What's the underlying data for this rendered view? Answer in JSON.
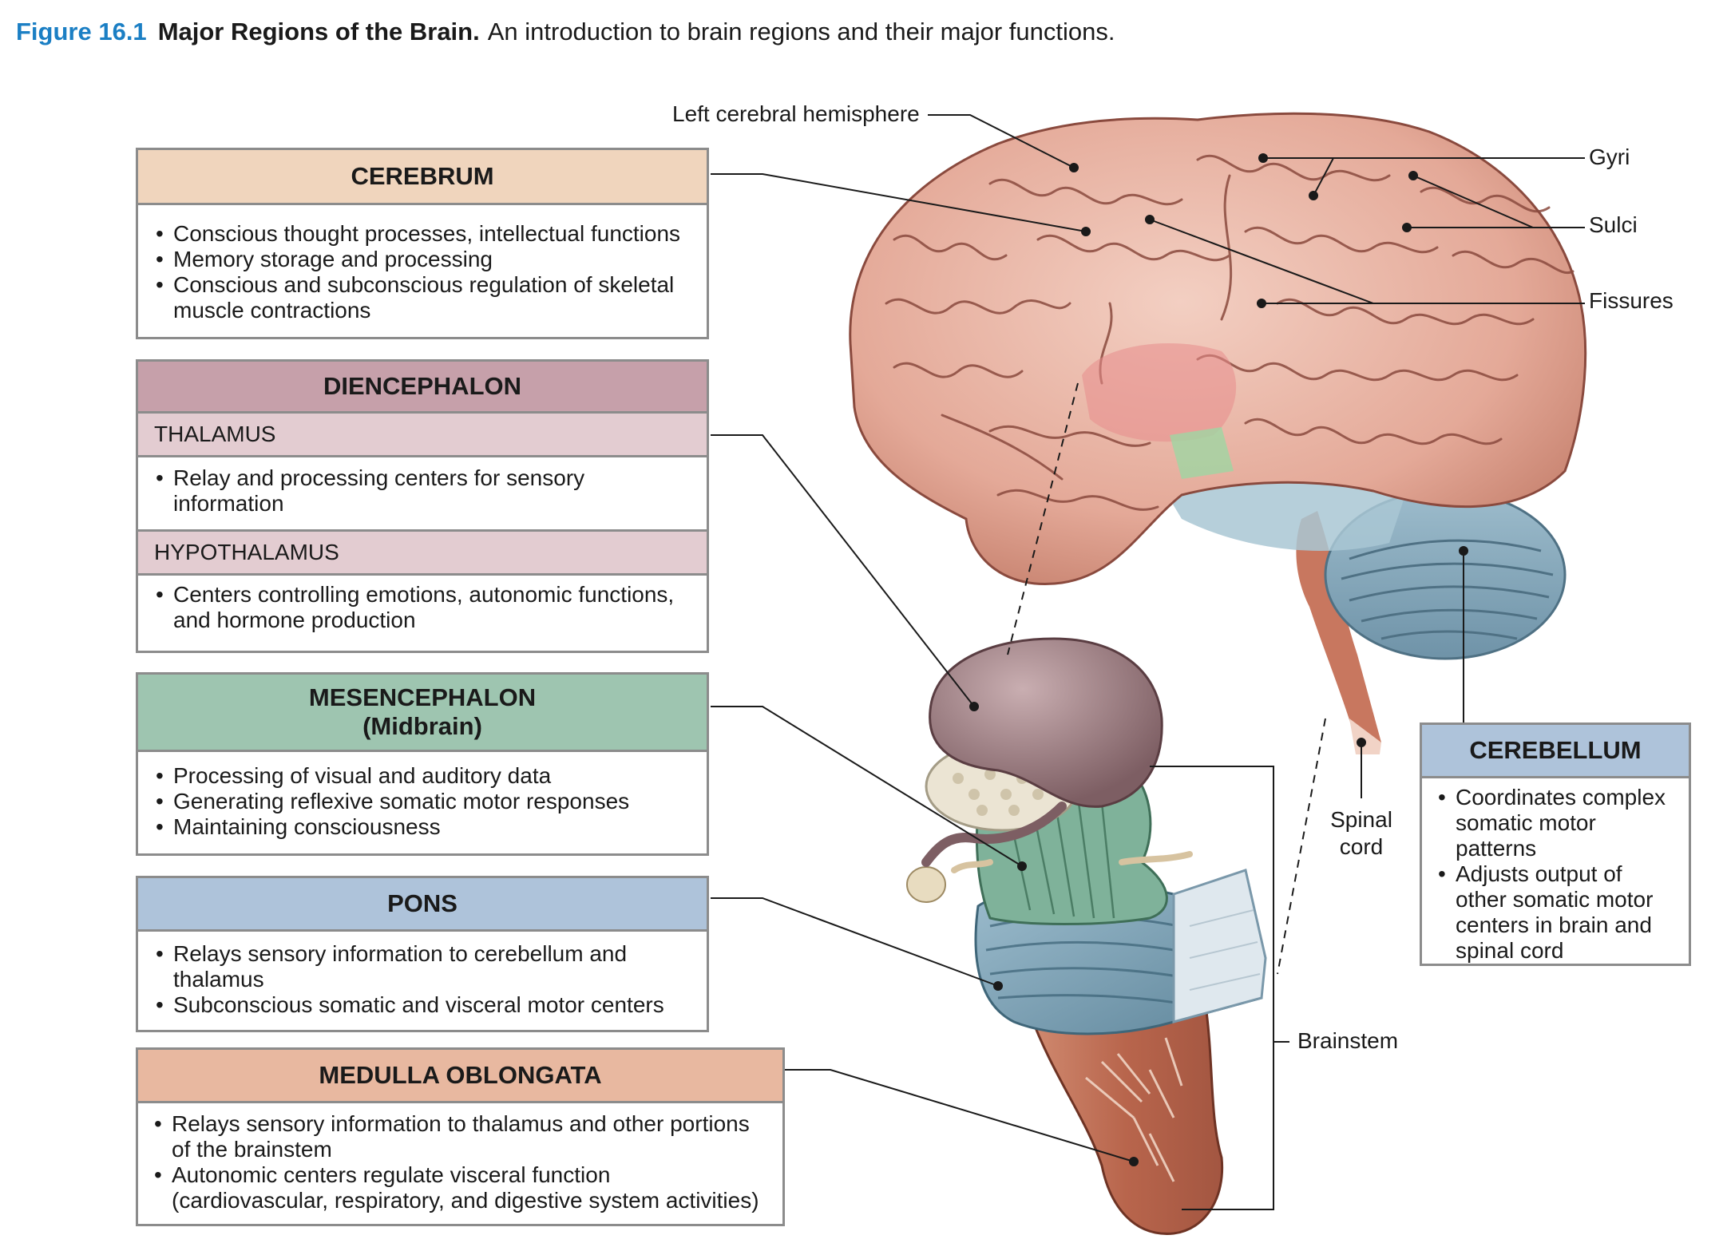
{
  "caption": {
    "number": "Figure 16.1",
    "title": "Major Regions of the Brain.",
    "text": "An introduction to brain regions and their major functions."
  },
  "boxes": {
    "cerebrum": {
      "title": "CEREBRUM",
      "bullets": [
        "Conscious thought processes, intellectual functions",
        "Memory storage and processing",
        "Conscious and subconscious regulation of skeletal muscle contractions"
      ],
      "color": "#f0d5bd"
    },
    "diencephalon": {
      "title": "DIENCEPHALON",
      "color": "#c6a0aa",
      "subcolor": "#e3ccd1",
      "thalamus": {
        "title": "THALAMUS",
        "bullets": [
          "Relay and processing centers for sensory information"
        ]
      },
      "hypothalamus": {
        "title": "HYPOTHALAMUS",
        "bullets": [
          "Centers controlling emotions, autonomic functions, and hormone production"
        ]
      }
    },
    "mesencephalon": {
      "title": "MESENCEPHALON",
      "subtitle": "(Midbrain)",
      "bullets": [
        "Processing of visual and auditory data",
        "Generating reflexive somatic motor responses",
        "Maintaining consciousness"
      ],
      "color": "#9ec5b0"
    },
    "pons": {
      "title": "PONS",
      "bullets": [
        "Relays sensory information to cerebellum and thalamus",
        "Subconscious somatic and visceral motor centers"
      ],
      "color": "#aec3da"
    },
    "medulla": {
      "title": "MEDULLA OBLONGATA",
      "bullets": [
        "Relays sensory information to thalamus and other portions of the brainstem",
        "Autonomic centers regulate visceral function (cardiovascular, respiratory, and digestive system activities)"
      ],
      "color": "#e8b8a0"
    },
    "cerebellum": {
      "title": "CEREBELLUM",
      "bullets": [
        "Coordinates complex somatic motor patterns",
        "Adjusts output of other somatic motor centers in brain and spinal cord"
      ],
      "color": "#aec3da"
    }
  },
  "labels": {
    "left_hemisphere": "Left cerebral hemisphere",
    "gyri": "Gyri",
    "sulci": "Sulci",
    "fissures": "Fissures",
    "spinal_cord": "Spinal cord",
    "brainstem": "Brainstem"
  },
  "illustration_colors": {
    "cerebrum": "#e9b5a4",
    "cerebellum": "#86a9bd",
    "diencephalon": "#9a7a7e",
    "midbrain": "#7fb29a",
    "pons": "#7ea3b8",
    "medulla": "#c7735a"
  }
}
